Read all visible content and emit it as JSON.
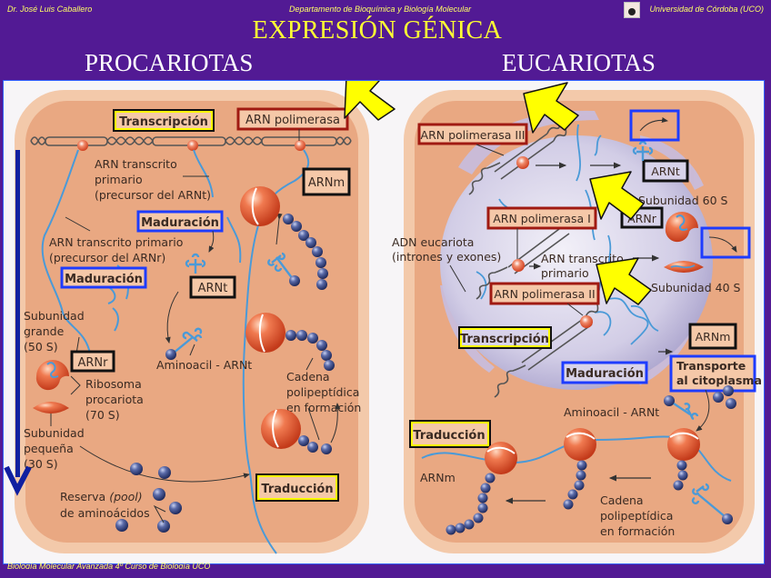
{
  "header": {
    "author": "Dr. José Luis Caballero",
    "department": "Departamento de Bioquímica y Biología Molecular",
    "university": "Universidad de Córdoba (UCO)",
    "crest_icon": "university-crest-icon",
    "title": "EXPRESIÓN GÉNICA",
    "left_heading": "PROCARIOTAS",
    "right_heading": "EUCARIOTAS"
  },
  "footer": {
    "text": "Biología Molecular Avanzada 4º Curso de Biología UCO"
  },
  "colors": {
    "background": "#521a94",
    "title": "#ffff33",
    "header_text": "#ffff66",
    "cell_fill": "#e8a77e",
    "cell_border": "#f3c8a8",
    "nucleus": "#c9c4e0",
    "rna": "#4a9ad8",
    "ribosome": "#e0502a",
    "amino_acid": "#3d4d8a",
    "box_transcription": "#ffff00",
    "box_maturation": "#1e3cff",
    "box_polymerase": "#a01a12",
    "box_molecule": "#111111",
    "highlight_arrow": "#ffff00",
    "flow_arrow": "#1020a0"
  },
  "prokaryote": {
    "boxes": {
      "transcription": "Transcripción",
      "polymerase": "ARN polimerasa",
      "arnm": "ARNm",
      "maturation_1": "Maduración",
      "maturation_2": "Maduración",
      "arnt": "ARNt",
      "arnr": "ARNr",
      "translation": "Traducción"
    },
    "labels": {
      "trna_precursor": [
        "ARN transcrito",
        "primario",
        "(precursor del ARNt)"
      ],
      "rrna_precursor": [
        "ARN transcrito primario",
        "(precursor del ARNr)"
      ],
      "large_subunit": [
        "Subunidad",
        "grande",
        "(50 S)"
      ],
      "ribosome": [
        "Ribosoma",
        "procariota",
        "(70 S)"
      ],
      "small_subunit": [
        "Subunidad",
        "pequeña",
        "(30 S)"
      ],
      "aminoacyl": "Aminoacil - ARNt",
      "chain": [
        "Cadena",
        "polipeptídica",
        "en formación"
      ],
      "pool_1": "Reserva ",
      "pool_italic": "(pool)",
      "pool_2": "de aminoácidos"
    }
  },
  "eukaryote": {
    "boxes": {
      "pol3": "ARN polimerasa III",
      "pol1": "ARN polimerasa I",
      "pol2": "ARN polimerasa II",
      "arnt": "ARNt",
      "arnr": "ARNr",
      "arnm": "ARNm",
      "transcription": "Transcripción",
      "maturation": "Maduración",
      "transport": [
        "Transporte",
        "al citoplasma"
      ],
      "translation": "Traducción"
    },
    "labels": {
      "sub60": "Subunidad 60 S",
      "sub40": "Subunidad 40 S",
      "dna": [
        "ADN eucariota",
        "(intrones y exones)"
      ],
      "primary": [
        "ARN transcrito",
        "primario"
      ],
      "aminoacyl": "Aminoacil - ARNt",
      "arnm": "ARNm",
      "chain": [
        "Cadena",
        "polipeptídica",
        "en formación"
      ]
    }
  }
}
